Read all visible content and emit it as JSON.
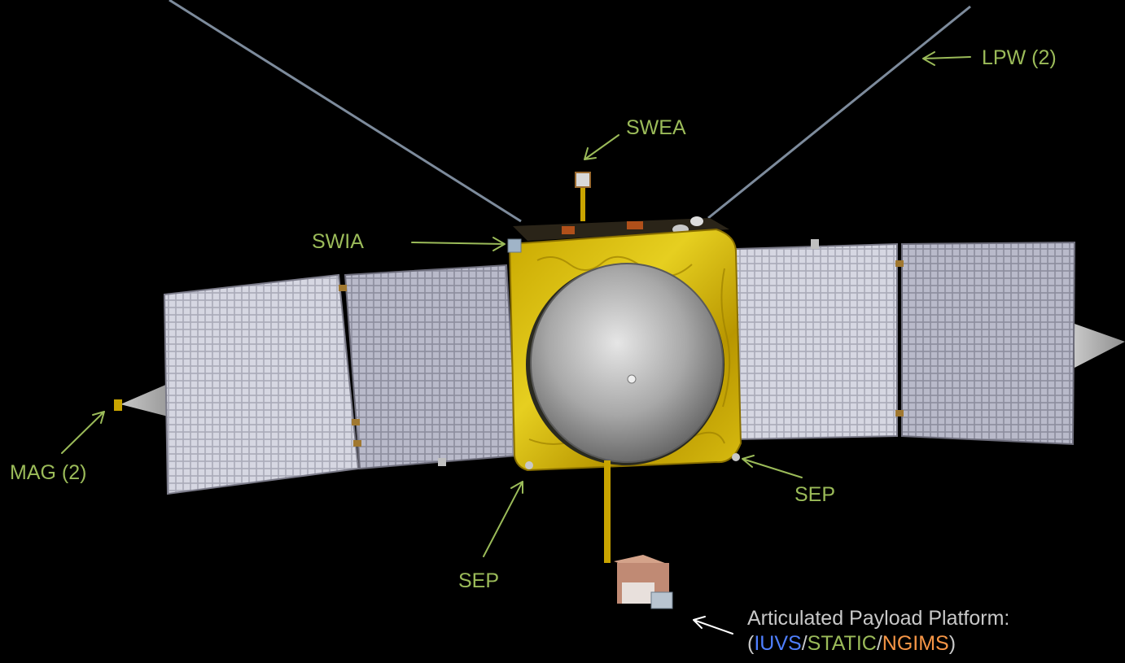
{
  "labels": {
    "lpw": "LPW (2)",
    "swea": "SWEA",
    "swia": "SWIA",
    "mag": "MAG (2)",
    "sep_right": "SEP",
    "sep_bottom": "SEP",
    "platform_title": "Articulated Payload Platform:",
    "platform_open": "(",
    "platform_iuvs": "IUVS",
    "platform_sep1": "/",
    "platform_static": "STATIC",
    "platform_sep2": "/",
    "platform_ngims": "NGIMS",
    "platform_close": ")"
  },
  "colors": {
    "background": "#000000",
    "label_green": "#9BBB59",
    "label_grey": "#C8C8C8",
    "iuvs_blue": "#4F7FFF",
    "static_green": "#9BBB59",
    "ngims_orange": "#F79646",
    "foil_gold": "#D4B000",
    "panel_grey": "#B8B8C8",
    "dish_silver": "#B0B0B0"
  }
}
